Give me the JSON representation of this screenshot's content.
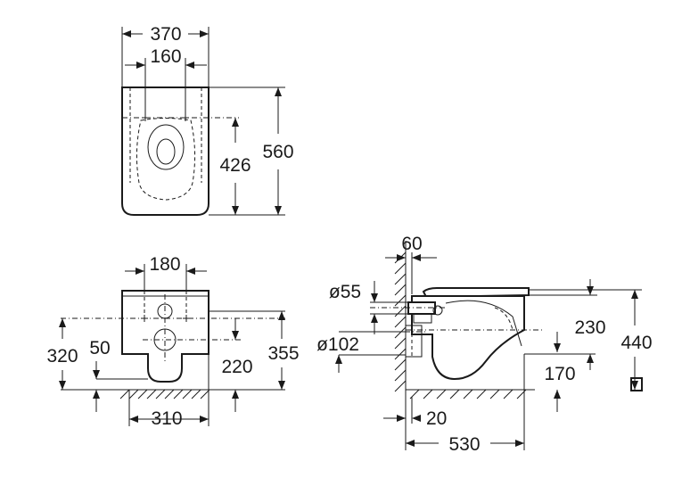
{
  "top_view": {
    "width_overall": "370",
    "width_fixings": "160",
    "length_fixings": "426",
    "length_overall": "560"
  },
  "front_view": {
    "fixing_spacing": "180",
    "fixing_height": "320",
    "outlet_offset": "50",
    "outlet_height": "220",
    "total_height": "355",
    "base_width": "310"
  },
  "side_view": {
    "wall_gap": "60",
    "inlet_diameter": "ø55",
    "outlet_diameter": "ø102",
    "seat_to_inlet": "230",
    "overall_height": "440",
    "outlet_centre": "170",
    "wall_offset": "20",
    "projection": "530"
  }
}
